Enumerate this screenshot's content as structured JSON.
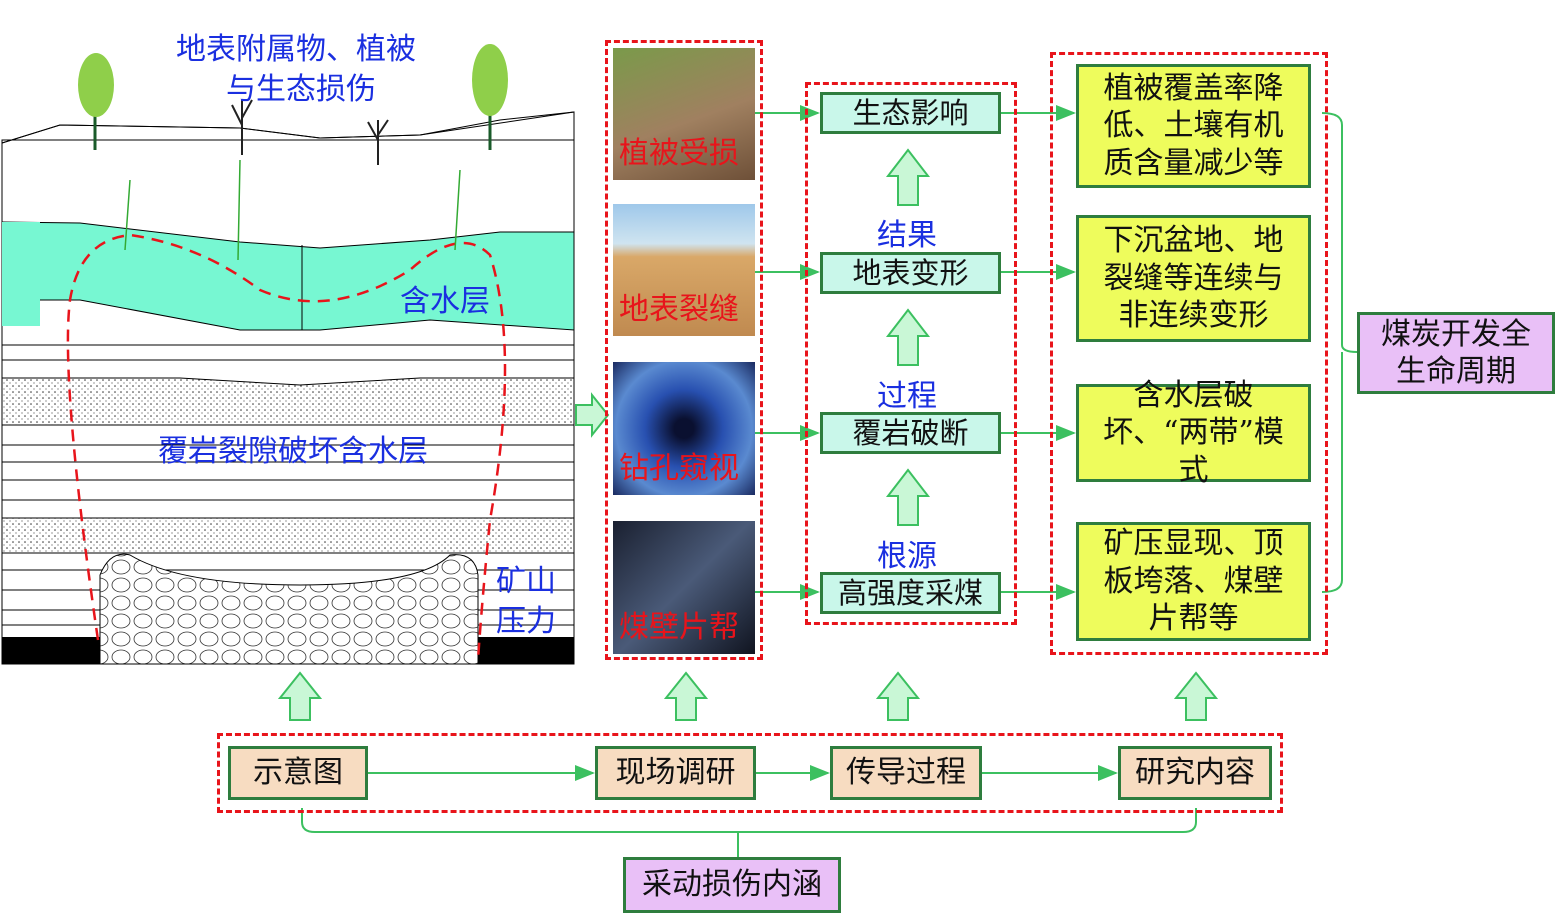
{
  "schematic": {
    "surface_label_line1": "地表附属物、植被",
    "surface_label_line2": "与生态损伤",
    "aquifer_label": "含水层",
    "fracture_label": "覆岩裂隙破坏含水层",
    "pressure_label_line1": "矿山",
    "pressure_label_line2": "压力"
  },
  "photos": [
    {
      "label": "植被受损"
    },
    {
      "label": "地表裂缝"
    },
    {
      "label": "钻孔窥视"
    },
    {
      "label": "煤壁片帮"
    }
  ],
  "process": {
    "boxes": [
      "生态影响",
      "地表变形",
      "覆岩破断",
      "高强度采煤"
    ],
    "stage_labels": [
      "结果",
      "过程",
      "根源"
    ]
  },
  "contents": [
    "植被覆盖率降低、土壤有机质含量减少等",
    "下沉盆地、地裂缝等连续与非连续变形",
    "含水层破坏、“两带”模式",
    "矿压显现、顶板垮落、煤壁片帮等"
  ],
  "lifecycle_label": "煤炭开发全生命周期",
  "bottom": {
    "steps": [
      "示意图",
      "现场调研",
      "传导过程",
      "研究内容"
    ],
    "summary": "采动损伤内涵"
  },
  "colors": {
    "dash": "#e8141b",
    "arrow": "#3cc060",
    "text_blue": "#1a2fe0"
  }
}
